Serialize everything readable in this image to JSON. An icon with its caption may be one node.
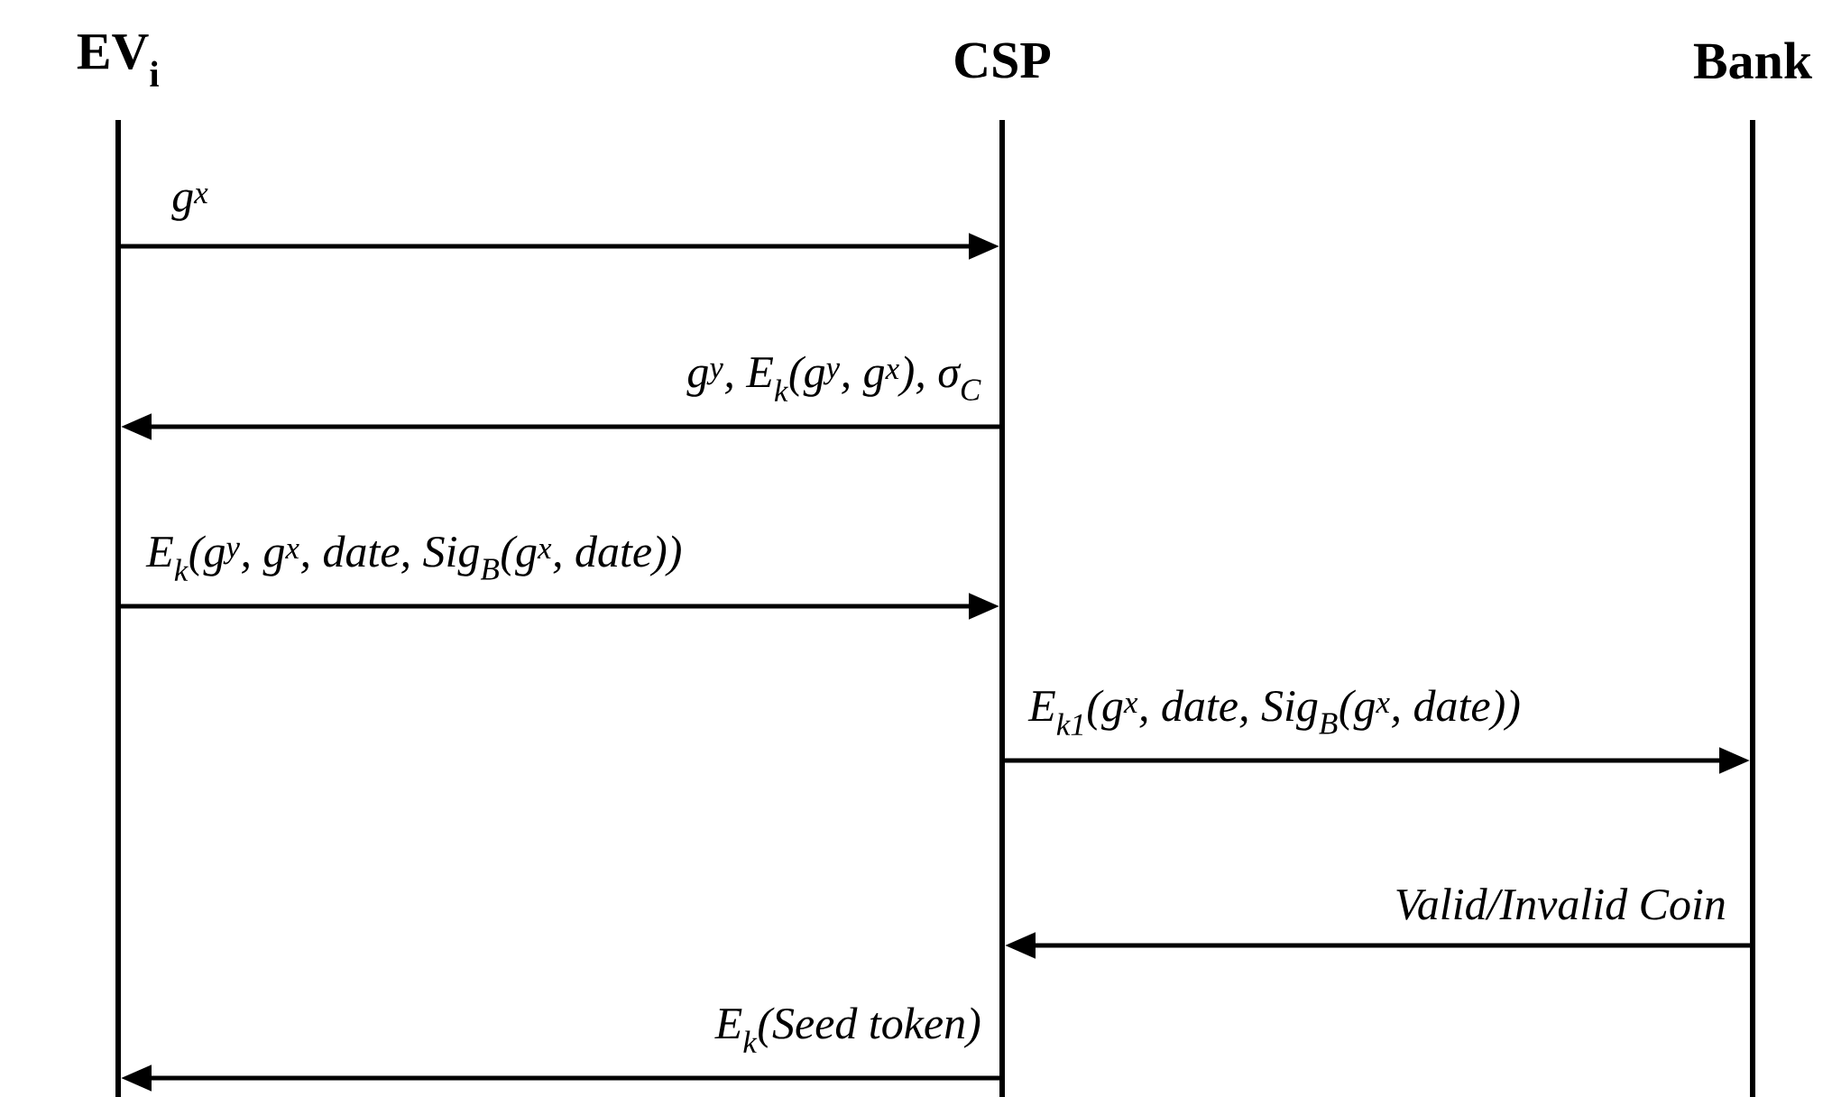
{
  "diagram": {
    "nodes": [
      {
        "text": [
          "EV$_{i}$"
        ]
      },
      {
        "text": [
          "CSP"
        ]
      },
      {
        "text": [
          "Bank"
        ]
      }
    ],
    "edges": [
      {
        "from": 0,
        "to": 1,
        "arrow": "to",
        "label": "g$^{x}$"
      },
      {
        "from": 1,
        "to": 0,
        "arrow": "to",
        "label": "g$^{y}$, E$_{k}$(g$^{y}$, g$^{x}$), σ$_{C}$"
      },
      {
        "from": 0,
        "to": 1,
        "arrow": "to",
        "label": "E$_{k}$(g$^{y}$, g$^{x}$, date, Sig$_{B}$(g$^{x}$, date))"
      },
      {
        "from": 1,
        "to": 2,
        "arrow": "to",
        "label": "E$_{k1}$(g$^{x}$, date, Sig$_{B}$(g$^{x}$, date))"
      },
      {
        "from": 2,
        "to": 1,
        "arrow": "to",
        "label": "Valid/Invalid Coin"
      },
      {
        "from": 1,
        "to": 0,
        "arrow": "to",
        "label": "E$_{k}$(Seed token)"
      }
    ]
  }
}
